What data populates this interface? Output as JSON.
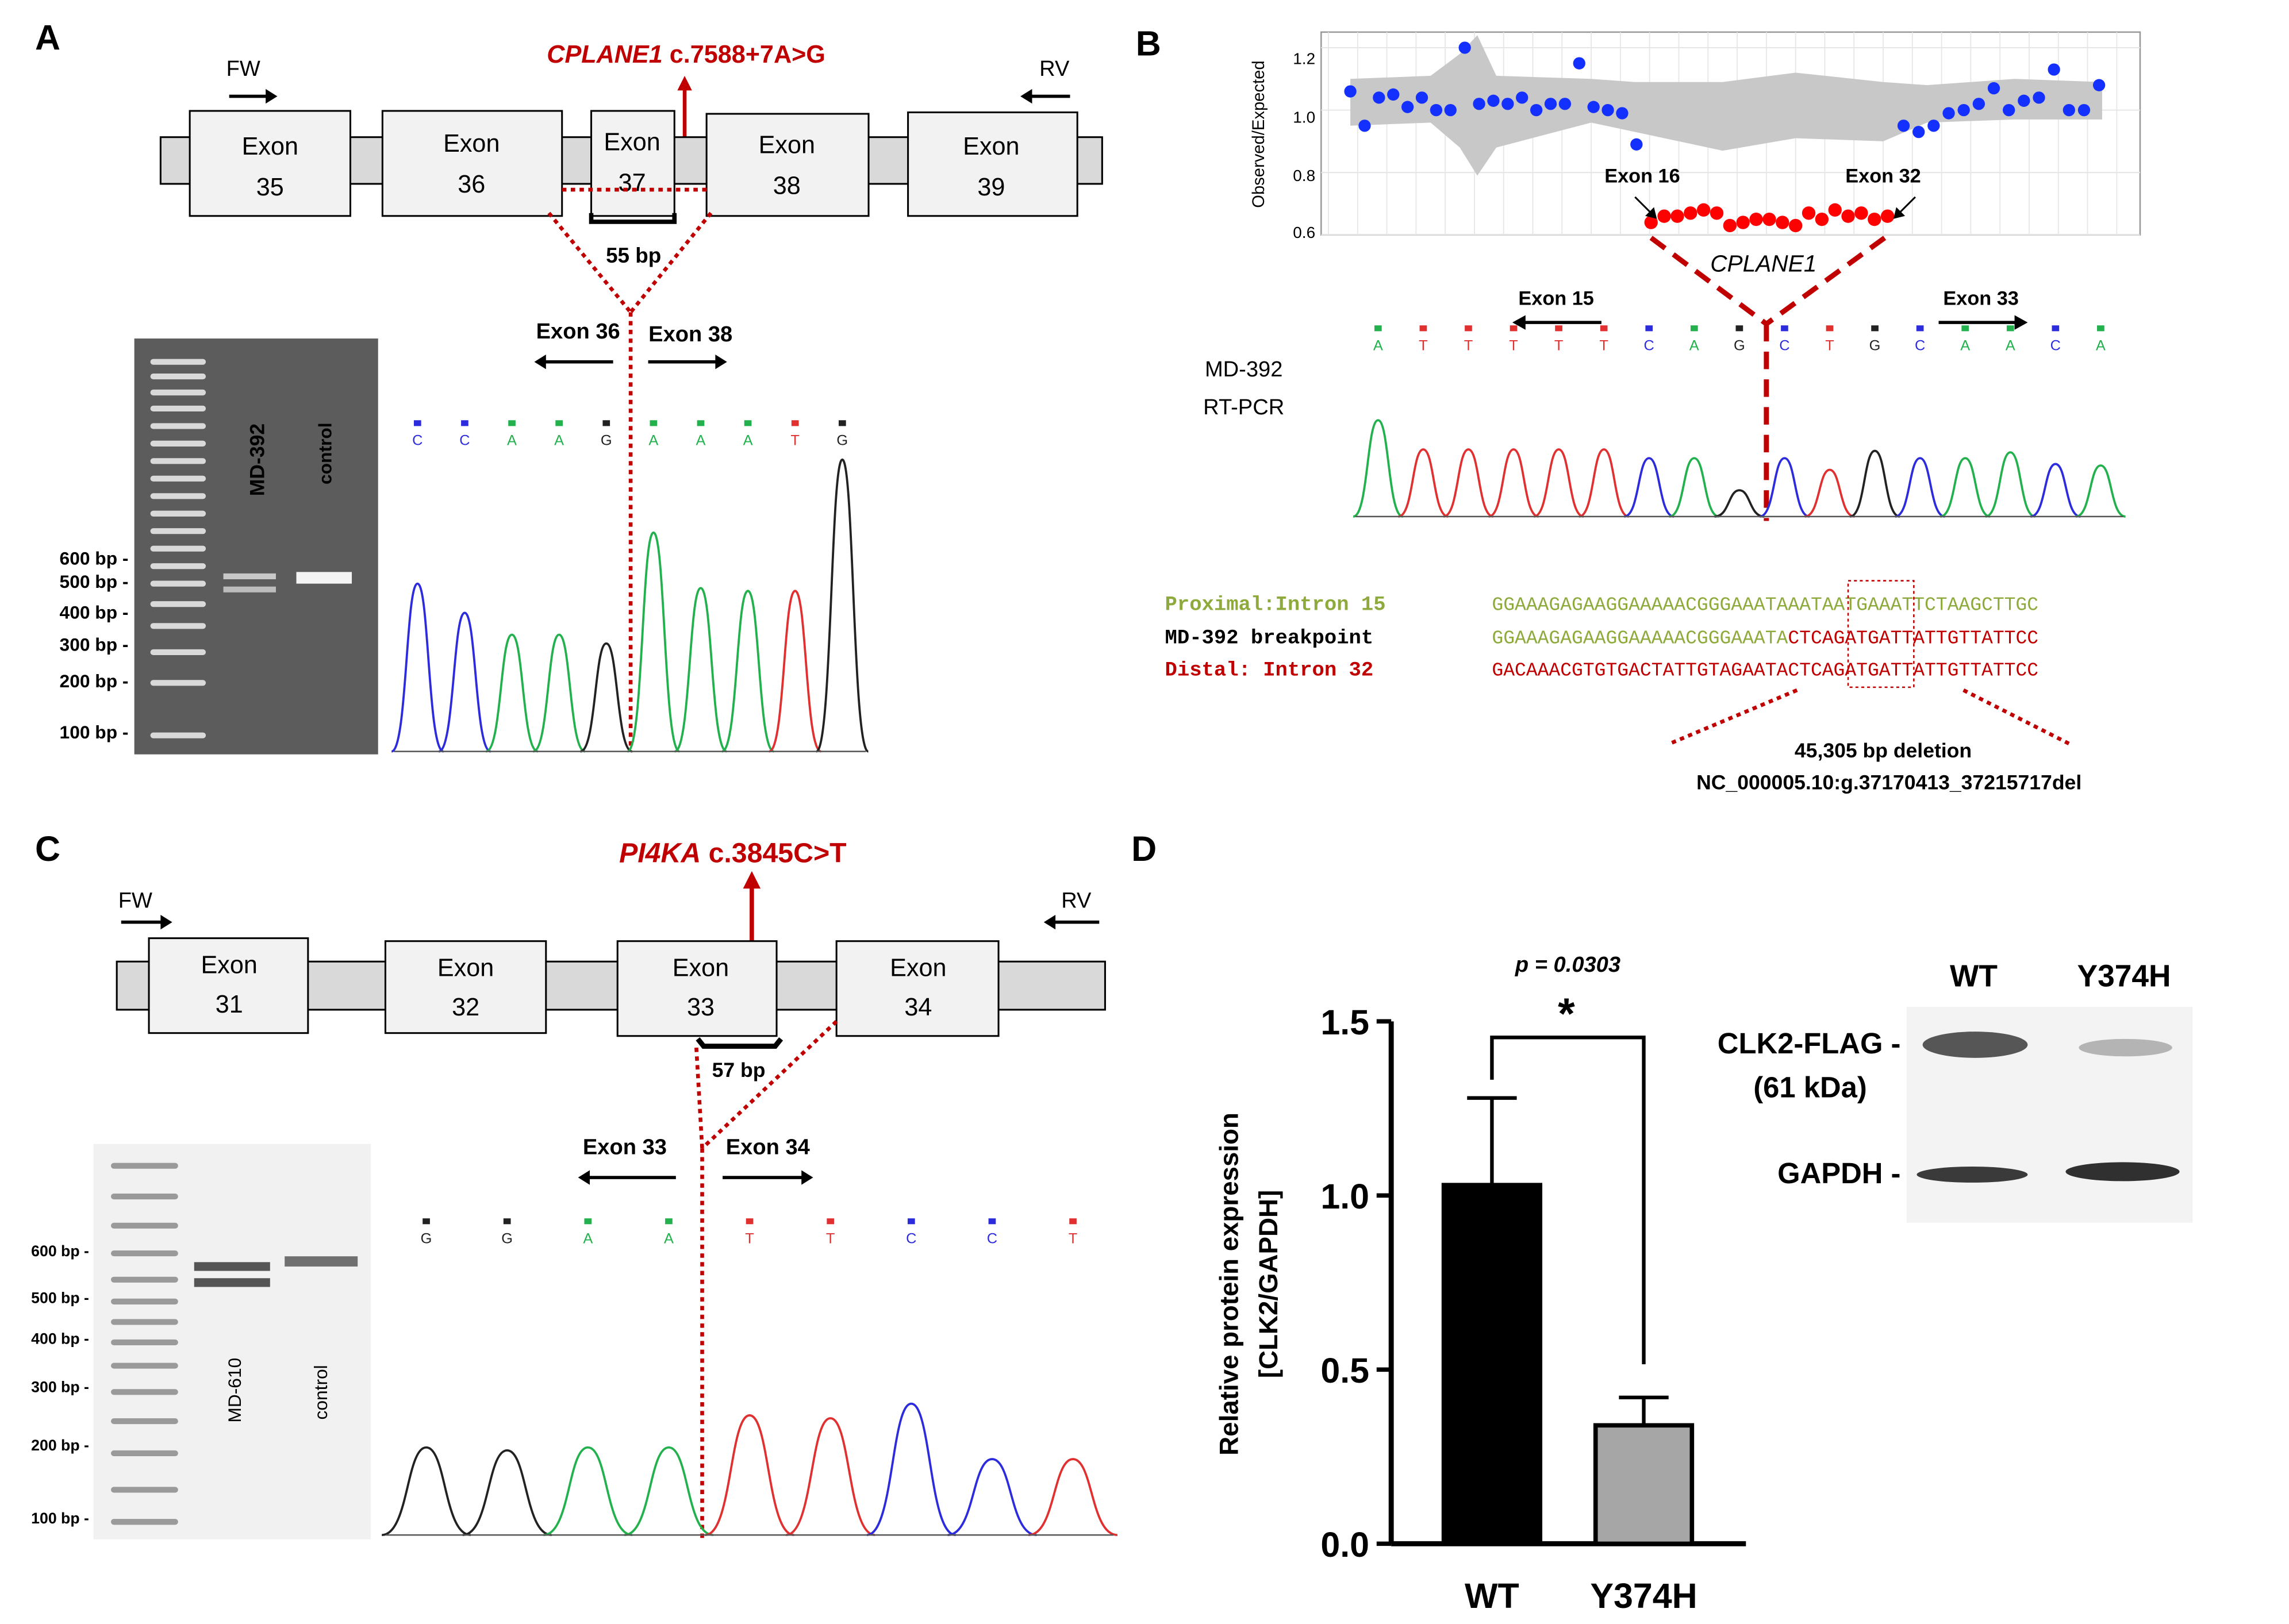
{
  "panels": {
    "A": {
      "letter": "A",
      "fw": "FW",
      "rv": "RV",
      "mutation_gene": "CPLANE1",
      "mutation_change": " c.7588+7A>G",
      "exon_word": "Exon",
      "exons": [
        "35",
        "36",
        "37",
        "38",
        "39"
      ],
      "bp_label": "55 bp",
      "junction_left": "Exon 36",
      "junction_right": "Exon 38",
      "lane_sample": "MD-392",
      "lane_control": "control",
      "ladder": [
        "600 bp -",
        "500 bp -",
        "400 bp -",
        "300 bp -",
        "200 bp -",
        "100 bp -"
      ],
      "bases": [
        "C",
        "C",
        "A",
        "A",
        "G",
        "A",
        "A",
        "A",
        "T",
        "G"
      ]
    },
    "B": {
      "letter": "B",
      "ylabel": "Observed/Expected",
      "yticks": [
        "1.2",
        "1.0",
        "0.8",
        "0.6"
      ],
      "exon16": "Exon 16",
      "exon32": "Exon 32",
      "gene": "CPLANE1",
      "exon15": "Exon 15",
      "exon33": "Exon 33",
      "sample": "MD-392",
      "assay": "RT-PCR",
      "bases": [
        "A",
        "T",
        "T",
        "T",
        "T",
        "T",
        "C",
        "A",
        "G",
        "C",
        "T",
        "G",
        "C",
        "A",
        "A",
        "C",
        "A"
      ],
      "seq_rows": [
        {
          "label": "Proximal:Intron 15",
          "seq": "GGAAAGAGAAGGAAAAACGGGAAATAAATAATGAAATTCTAAGCTTGC"
        },
        {
          "label": "MD-392  breakpoint",
          "seq_a": "GGAAAGAGAAGGAAAAACGGGAAATA",
          "seq_b": "CTCAGATGATTATTGTTATTCC"
        },
        {
          "label": "Distal:  Intron 32",
          "seq": "GACAAACGTGTGACTATTGTAGAATACTCAGATGATTATTGTTATTCC"
        }
      ],
      "deletion": "45,305 bp deletion",
      "hgvs": "NC_000005.10:g.37170413_37215717del"
    },
    "C": {
      "letter": "C",
      "fw": "FW",
      "rv": "RV",
      "mutation_gene": "PI4KA",
      "mutation_change": " c.3845C>T",
      "exon_word": "Exon",
      "exons": [
        "31",
        "32",
        "33",
        "34"
      ],
      "bp_label": "57 bp",
      "junction_left": "Exon 33",
      "junction_right": "Exon 34",
      "lane_sample": "MD-610",
      "lane_control": "control",
      "ladder": [
        "600 bp -",
        "500 bp -",
        "400 bp -",
        "300 bp -",
        "200 bp -",
        "100 bp -"
      ],
      "bases": [
        "G",
        "G",
        "A",
        "A",
        "T",
        "T",
        "C",
        "C",
        "T"
      ]
    },
    "D": {
      "letter": "D",
      "pvalue": "p = 0.0303",
      "star": "*",
      "blot_wt": "WT",
      "blot_mut": "Y374H",
      "band1": "CLK2-FLAG -",
      "band1_size": "(61 kDa)",
      "band2": "GAPDH -"
    }
  },
  "colors": {
    "red": "#c00000",
    "green_seq": "#8faa3c",
    "trace_A": "#22b14c",
    "trace_C": "#2c2cdc",
    "trace_G": "#222222",
    "trace_T": "#e03030",
    "ci_band": "#c8c8c8",
    "dot_blue": "#1430ff",
    "dot_red": "#ff0000",
    "bar_wt": "#000000",
    "bar_mut": "#a6a6a6"
  },
  "chart_data": [
    {
      "type": "bar",
      "categories": [
        "WT",
        "Y374H"
      ],
      "values": [
        1.03,
        0.34
      ],
      "errors": [
        0.25,
        0.08
      ],
      "ylabel": "Relative protein expression [CLK2/GAPDH]",
      "yticks": [
        "0.0",
        "0.5",
        "1.0",
        "1.5"
      ],
      "ylim": [
        0,
        1.5
      ],
      "annotation": "p = 0.0303"
    },
    {
      "type": "scatter",
      "ylabel": "Observed/Expected",
      "ylim": [
        0.6,
        1.25
      ],
      "yticks": [
        0.6,
        0.8,
        1.0,
        1.2
      ],
      "normal_values": [
        1.06,
        0.95,
        1.04,
        1.05,
        1.01,
        1.04,
        1.0,
        1.0,
        1.2,
        1.02,
        1.03,
        1.02,
        1.04,
        1.0,
        1.02,
        1.02,
        1.15,
        1.01,
        1.0,
        0.99,
        0.89
      ],
      "deleted_values": [
        0.64,
        0.66,
        0.66,
        0.67,
        0.68,
        0.67,
        0.63,
        0.64,
        0.65,
        0.65,
        0.64,
        0.63,
        0.67,
        0.65,
        0.68,
        0.66,
        0.67,
        0.65,
        0.66
      ],
      "tail_values": [
        0.95,
        0.93,
        0.95,
        0.99,
        1.0,
        1.02,
        1.07,
        1.0,
        1.03,
        1.04,
        1.13,
        1.0,
        1.0,
        1.08
      ]
    }
  ]
}
